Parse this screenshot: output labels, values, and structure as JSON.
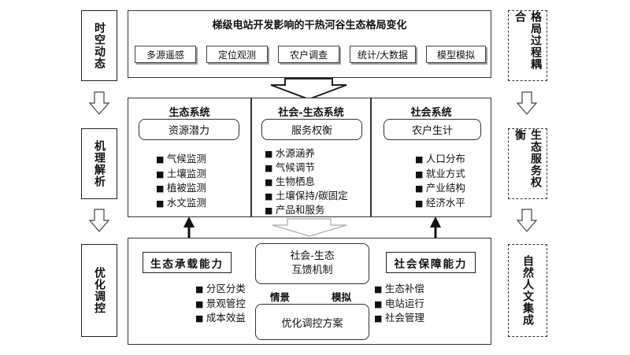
{
  "left_column": [
    "时空动态",
    "机理解析",
    "优化调控"
  ],
  "right_column": [
    "格局过程耦合",
    "生态服务权衡",
    "自然人文集成"
  ],
  "top_panel": {
    "title": "梯级电站开发影响的干热河谷生态格局变化",
    "tags": [
      "多源遥感",
      "定位观测",
      "农户调查",
      "统计/大数据",
      "模型模拟"
    ]
  },
  "middle_panel": {
    "eco": {
      "title": "生态系统",
      "box": "资源潜力",
      "items": [
        "气候监测",
        "土壤监测",
        "植被监测",
        "水文监测"
      ]
    },
    "socio_eco": {
      "title": "社会-生态系统",
      "box": "服务权衡",
      "items": [
        "水源涵养",
        "气候调节",
        "生物栖息",
        "土壤保持/碳固定",
        "产品和服务"
      ]
    },
    "social": {
      "title": "社会系统",
      "box": "农户生计",
      "items": [
        "人口分布",
        "就业方式",
        "产业结构",
        "经济水平"
      ]
    }
  },
  "bottom_panel": {
    "left_box": "生态承载能力",
    "right_box": "社会保障能力",
    "center_top": [
      "社会-生态",
      "互馈机制"
    ],
    "center_bottom": "优化调控方案",
    "left_items": [
      "分区分类",
      "景观管控",
      "成本效益"
    ],
    "right_items": [
      "生态补偿",
      "电站运行",
      "社会管理"
    ],
    "label_left": "情景",
    "label_right": "模拟"
  }
}
